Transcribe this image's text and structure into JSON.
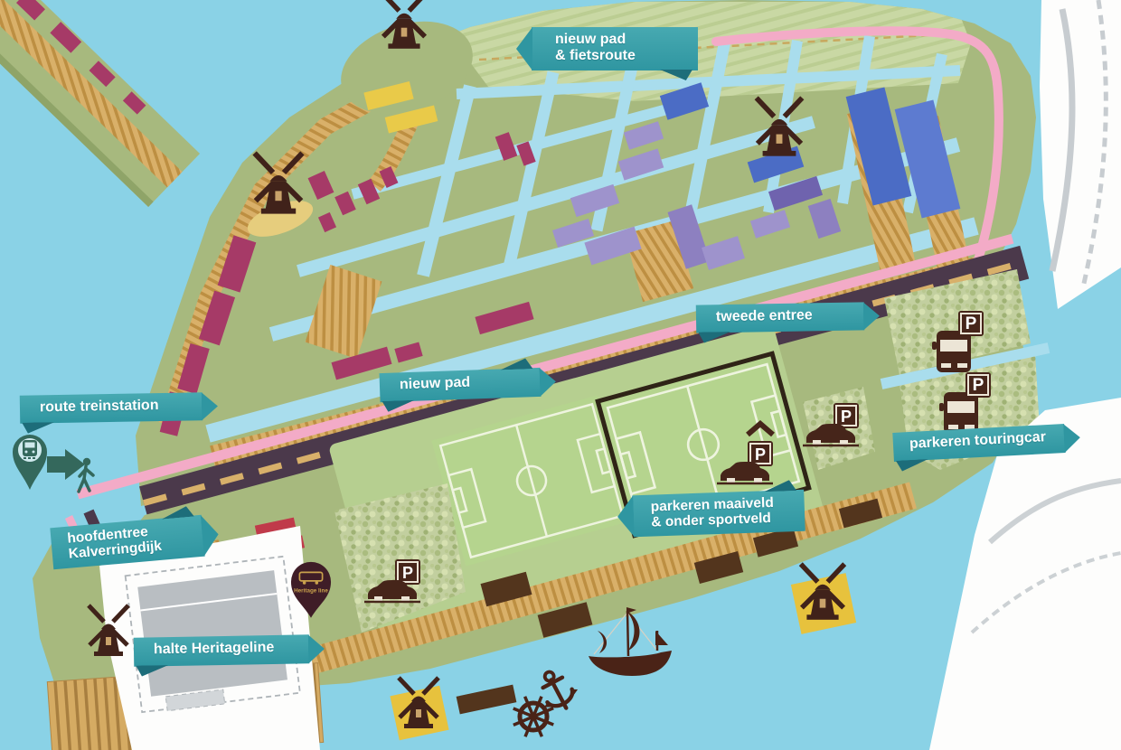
{
  "banners": {
    "nieuw_pad_fietsroute": {
      "line1": "nieuw pad",
      "line2": "& fietsroute"
    },
    "tweede_entree": {
      "label": "tweede entree"
    },
    "nieuw_pad": {
      "label": "nieuw pad"
    },
    "route_treinstation": {
      "label": "route treinstation"
    },
    "hoofdentree_kalverringdijk": {
      "line1": "hoofdentree",
      "line2": "Kalverringdijk"
    },
    "halte_heritageline": {
      "label": "halte Heritageline"
    },
    "parkeren_touringcar": {
      "label": "parkeren touringcar"
    },
    "parkeren_maaiveld": {
      "line1": "parkeren maaiveld",
      "line2": "& onder sportveld"
    }
  },
  "icons": {
    "parking_letter": "P",
    "heritage_pin_label": "Heritage line"
  },
  "colors": {
    "water": "#8ad2e6",
    "land": "#a7b97e",
    "banner_teal": "#3a9fa8",
    "banner_fold": "#1d6d7a",
    "route_pink": "#f3abc7",
    "road": "#4b394b",
    "icon_brown": "#46251a",
    "wayfinding_green": "#34685c"
  }
}
